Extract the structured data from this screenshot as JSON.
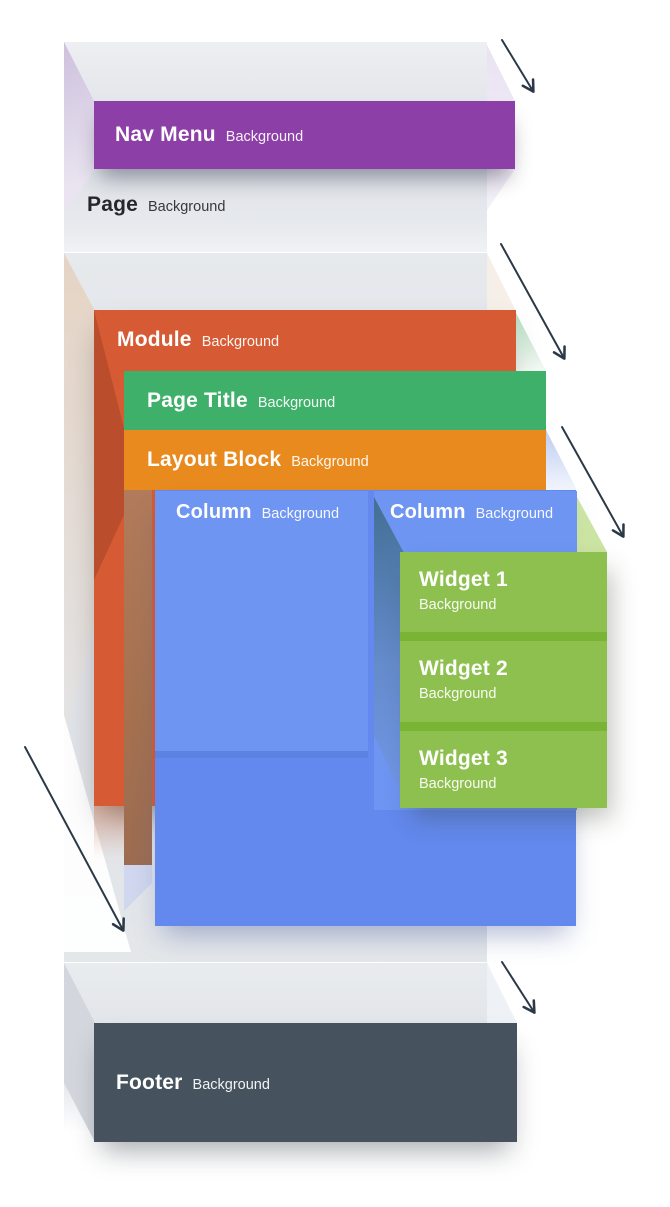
{
  "layers": {
    "nav_menu": {
      "title": "Nav Menu",
      "subtitle": "Background"
    },
    "page": {
      "title": "Page",
      "subtitle": "Background"
    },
    "module": {
      "title": "Module",
      "subtitle": "Background"
    },
    "page_title": {
      "title": "Page Title",
      "subtitle": "Background"
    },
    "layout_block": {
      "title": "Layout Block",
      "subtitle": "Background"
    },
    "column_left": {
      "title": "Column",
      "subtitle": "Background"
    },
    "column_right": {
      "title": "Column",
      "subtitle": "Background"
    },
    "widget_1": {
      "title": "Widget 1",
      "subtitle": "Background"
    },
    "widget_2": {
      "title": "Widget 2",
      "subtitle": "Background"
    },
    "widget_3": {
      "title": "Widget 3",
      "subtitle": "Background"
    },
    "footer": {
      "title": "Footer",
      "subtitle": "Background"
    }
  },
  "colors": {
    "nav": "#8c3fa6",
    "module": "#d65b35",
    "page-title": "#3fb06a",
    "layout": "#e88a1d",
    "row": "#6389ee",
    "column": "#6e95f2",
    "widget": "#8ec04f",
    "divider": "#79b434",
    "footer": "#46535e",
    "arrow": "#2b3947",
    "ink": "#26272b"
  }
}
